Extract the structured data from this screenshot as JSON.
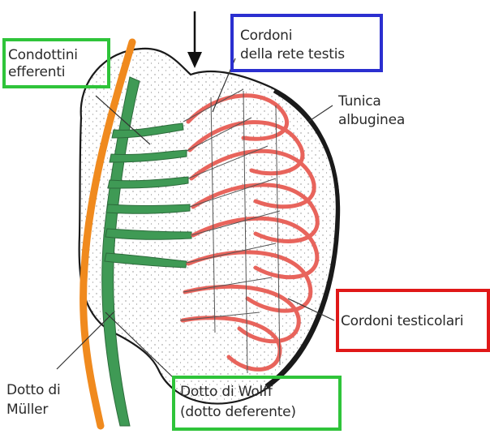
{
  "labels": {
    "efferent_ductules": [
      "Condottini",
      "efferenti"
    ],
    "rete_testis_cords": [
      "Cordoni",
      "della rete testis"
    ],
    "tunica_albuginea": [
      "Tunica",
      "albuginea"
    ],
    "testis_cords": "Cordoni testicolari",
    "mullerian_duct": [
      "Dotto di",
      "Müller"
    ],
    "wolffian_duct": [
      "Dotto di Wolff",
      "(dotto deferente)"
    ]
  },
  "colors": {
    "green_box": "#2fc43a",
    "blue_box": "#2b2fd0",
    "red_box": "#e01818",
    "mullerian_duct": "#f08a1e",
    "wolffian_duct": "#3f9a55",
    "testis_cords": "#e8645c",
    "outline": "#1a1a1a",
    "stipple": "#8a8a8a"
  }
}
